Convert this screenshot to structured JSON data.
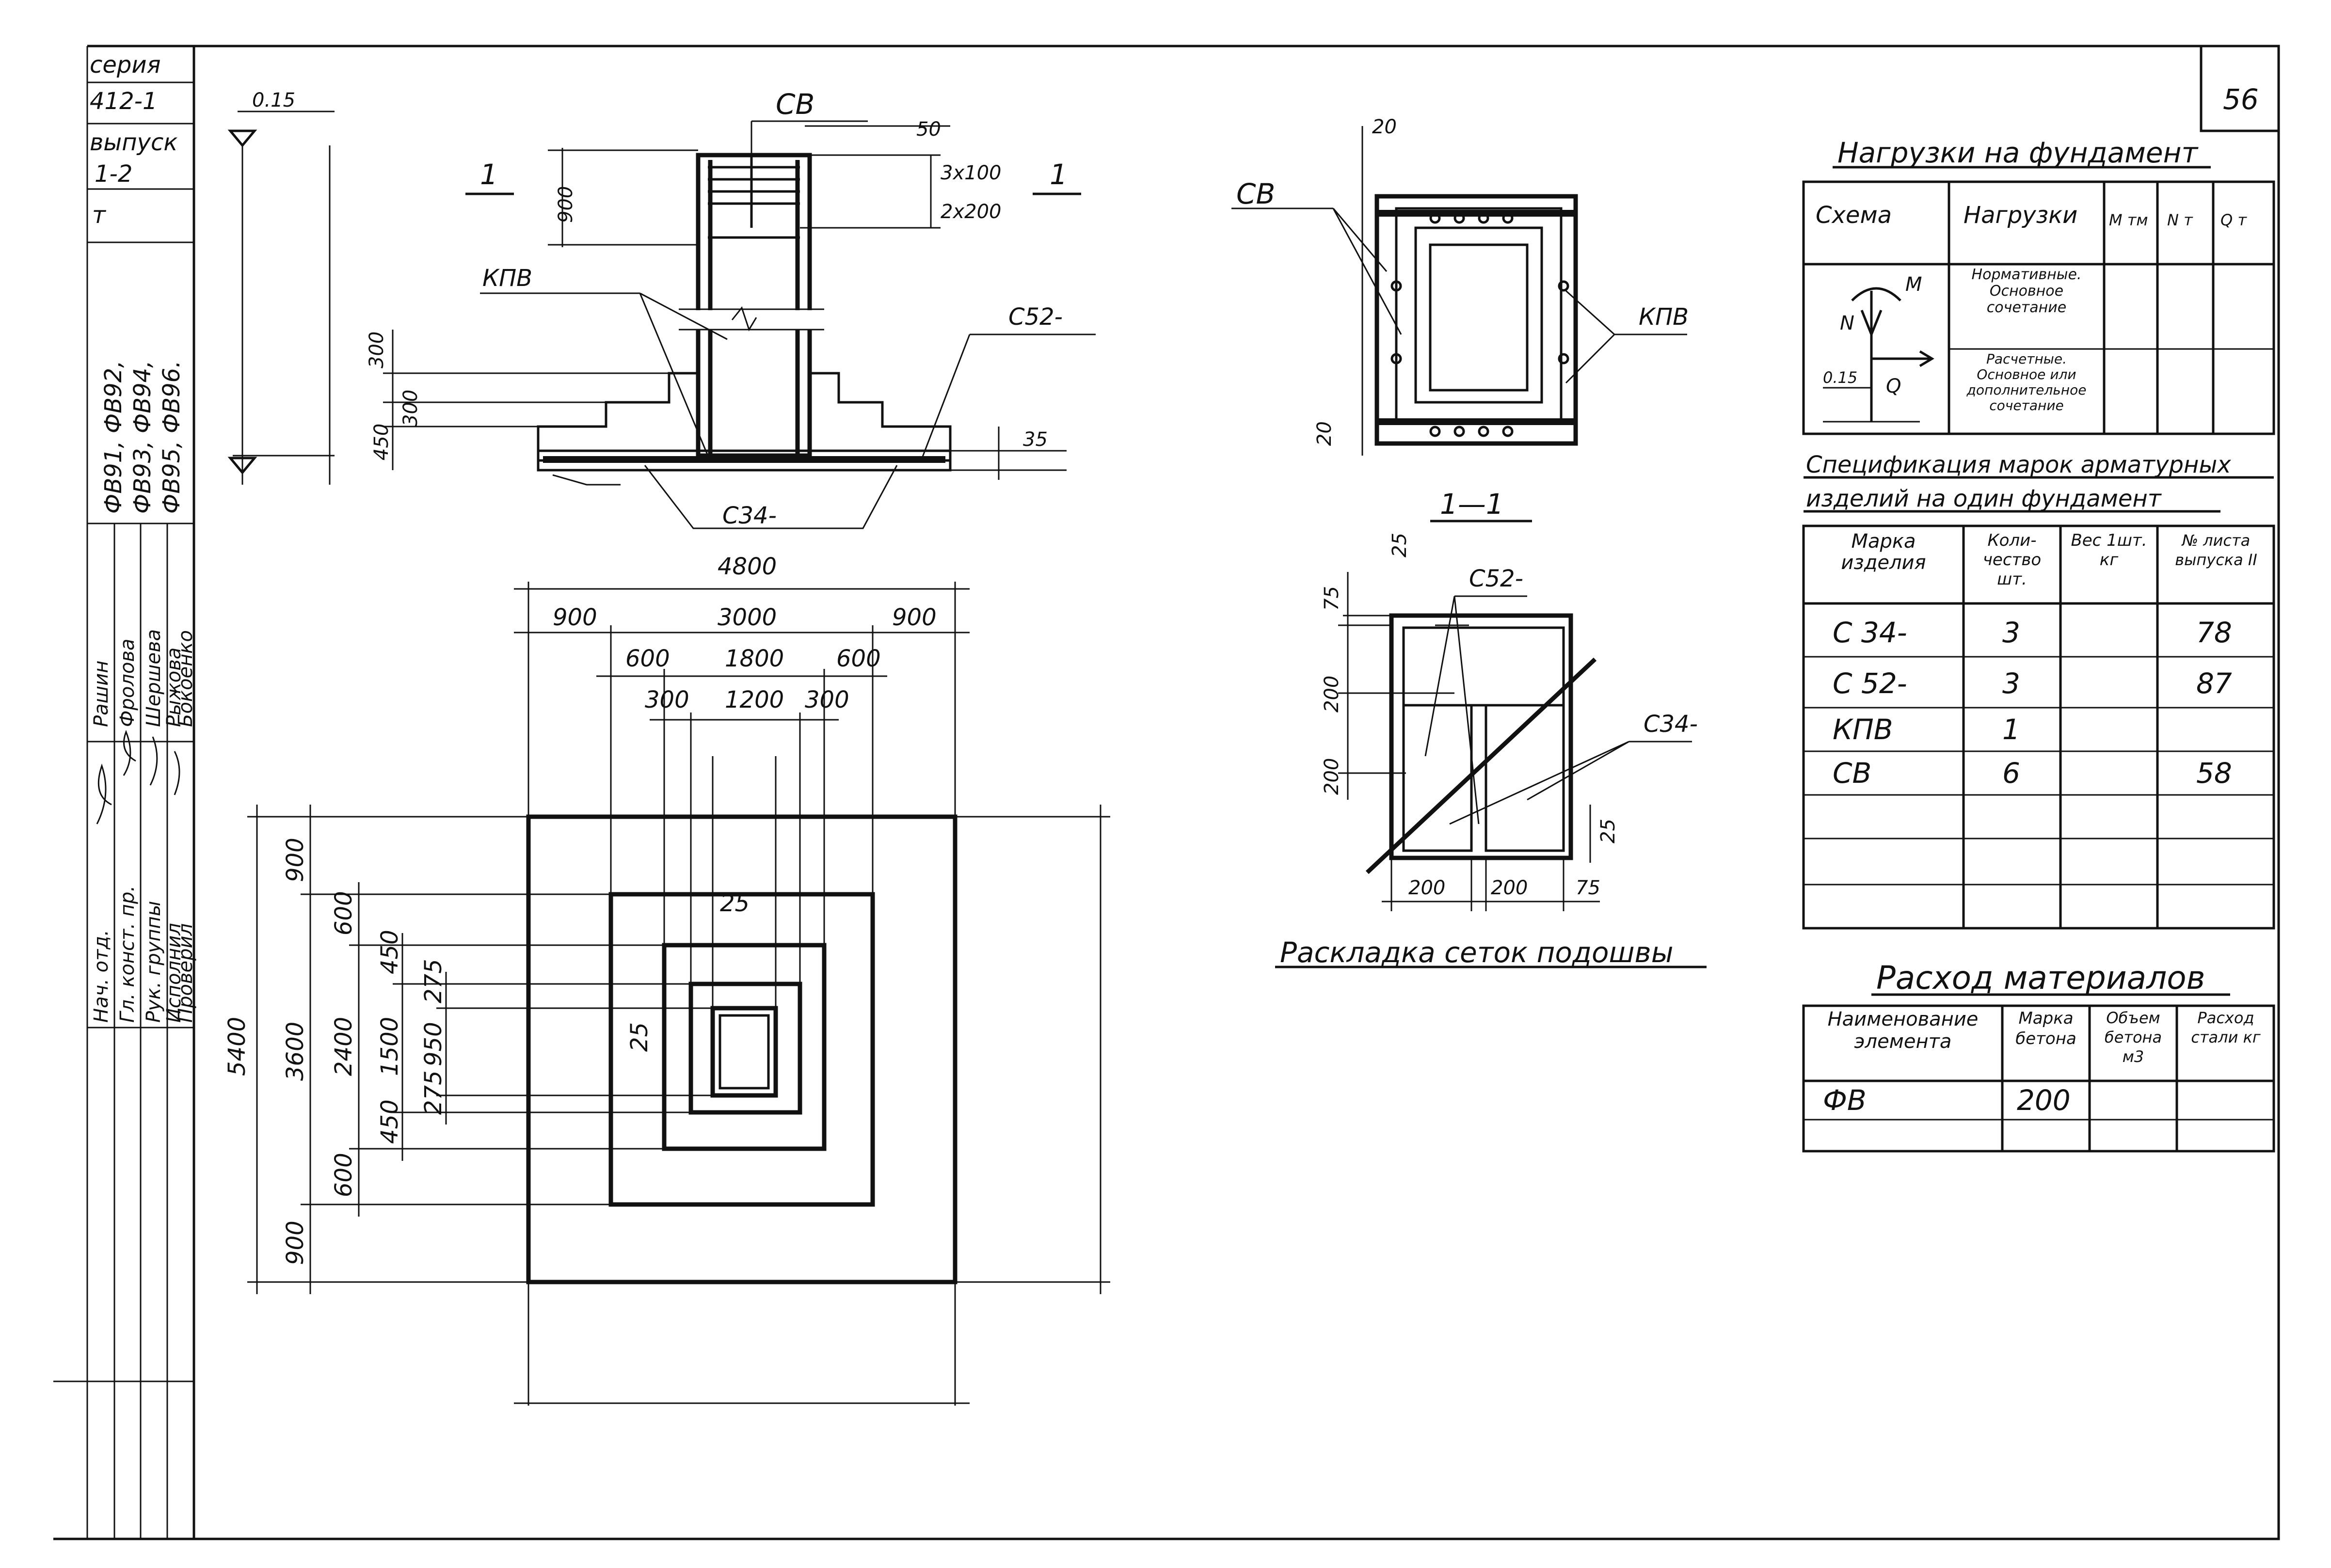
{
  "title_block": {
    "series": "серия",
    "series_number": "412-1",
    "issue": "выпуск",
    "issue_number": "1-2",
    "col_t": "т",
    "marks": [
      "ФВ 91",
      "ФВ 92",
      "ФВ 93",
      "ФВ 94",
      "ФВ 95",
      "ФВ 96"
    ],
    "marks_lines": [
      "ФВ91, ФВ92,",
      "ФВ93, ФВ94,",
      "ФВ95, ФВ96."
    ],
    "roles": [
      "Нач. отд.",
      "Гл. конст. пр.",
      "Рук. группы",
      "Исполнил",
      "Проверил"
    ],
    "names": [
      "Рашин",
      "Фроловa",
      "Шершевa",
      "Рыжова",
      "Бокоенко"
    ]
  },
  "sheet_number": "56",
  "elevation": {
    "level_top": "0.15",
    "label_cb": "СВ",
    "label_kpv": "КПВ",
    "label_c52": "С52-",
    "label_c34": "С34-",
    "section_mark": "1",
    "dims": [
      "50",
      "3x100",
      "2x200",
      "900",
      "300",
      "300",
      "450",
      "35"
    ]
  },
  "plan": {
    "overall_width": "4800",
    "row1": [
      "900",
      "3000",
      "900"
    ],
    "row2": [
      "600",
      "1800",
      "600"
    ],
    "row3": [
      "300",
      "1200",
      "300"
    ],
    "overall_height": "5400",
    "col_a": [
      "900",
      "3600",
      "900"
    ],
    "col_b": [
      "600",
      "2400",
      "600"
    ],
    "col_c": [
      "450",
      "1500",
      "450"
    ],
    "col_d": [
      "275",
      "950",
      "275"
    ],
    "offset_top": "25",
    "offset_left": "25"
  },
  "column_section": {
    "dim_top": "20",
    "dim_bottom": "20",
    "label_cb": "СВ",
    "label_kpv": "КПВ",
    "title": "1—1"
  },
  "mesh_layout": {
    "label_c52": "С52-",
    "label_c34": "С34-",
    "dims_left": [
      "25",
      "75",
      "200",
      "200"
    ],
    "dims_bottom": [
      "200",
      "200",
      "75"
    ],
    "dim_right": "25",
    "caption": "Раскладка сеток подошвы"
  },
  "loads_table": {
    "title": "Нагрузки на фундамент",
    "headers": [
      "Схема",
      "Нагрузки",
      "M тм",
      "N т",
      "Q т"
    ],
    "rows": [
      {
        "label": "Нормативные. Основное сочетание"
      },
      {
        "label": "Расчетные. Основное или дополнительное сочетание"
      }
    ],
    "scheme_labels": [
      "M",
      "N",
      "Q",
      "0.15"
    ]
  },
  "spec_table": {
    "title_line1": "Спецификация марок арматурных",
    "title_line2": "изделий на один фундамент",
    "headers": [
      "Марка изделия",
      "Коли-чество шт.",
      "Вес 1шт. кг",
      "№ листа выпуска II"
    ],
    "rows": [
      {
        "mark": "С 34-",
        "qty": "3",
        "weight": "",
        "sheet": "78"
      },
      {
        "mark": "С 52-",
        "qty": "3",
        "weight": "",
        "sheet": "87"
      },
      {
        "mark": "КПВ",
        "qty": "1",
        "weight": "",
        "sheet": ""
      },
      {
        "mark": "СВ",
        "qty": "6",
        "weight": "",
        "sheet": "58"
      }
    ],
    "empty_rows": 3
  },
  "materials_table": {
    "title": "Расход материалов",
    "headers": [
      "Наименование элемента",
      "Марка бетона",
      "Объем бетона м3",
      "Расход стали кг"
    ],
    "rows": [
      {
        "element": "ФВ",
        "grade": "200",
        "volume": "",
        "steel": ""
      }
    ]
  }
}
